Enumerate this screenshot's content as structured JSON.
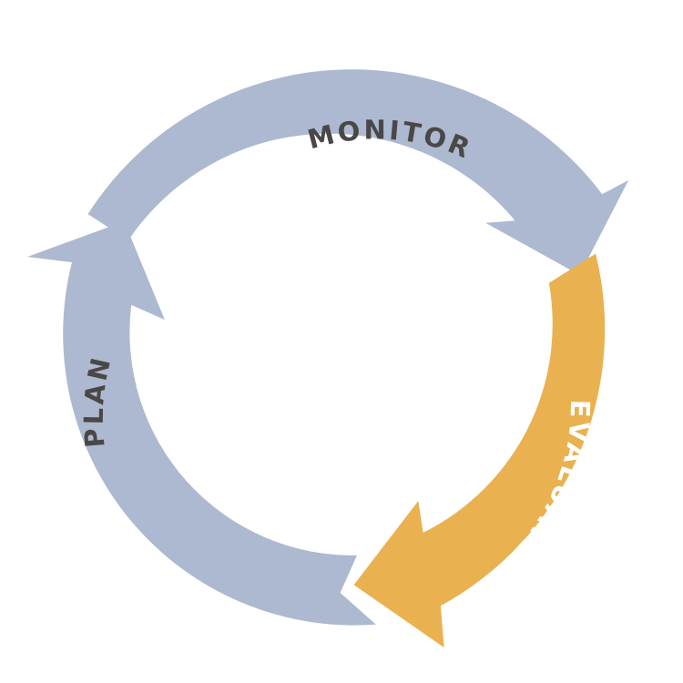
{
  "diagram": {
    "type": "cycle",
    "stages": [
      {
        "label": "MONITOR",
        "fill": "#adb9d0",
        "text_color": "#4a4747"
      },
      {
        "label": "EVALUATE",
        "fill": "#e9b14f",
        "text_color": "#ffffff"
      },
      {
        "label": "PLAN",
        "fill": "#adb9d0",
        "text_color": "#4a4747"
      }
    ],
    "background": "#ffffff"
  }
}
